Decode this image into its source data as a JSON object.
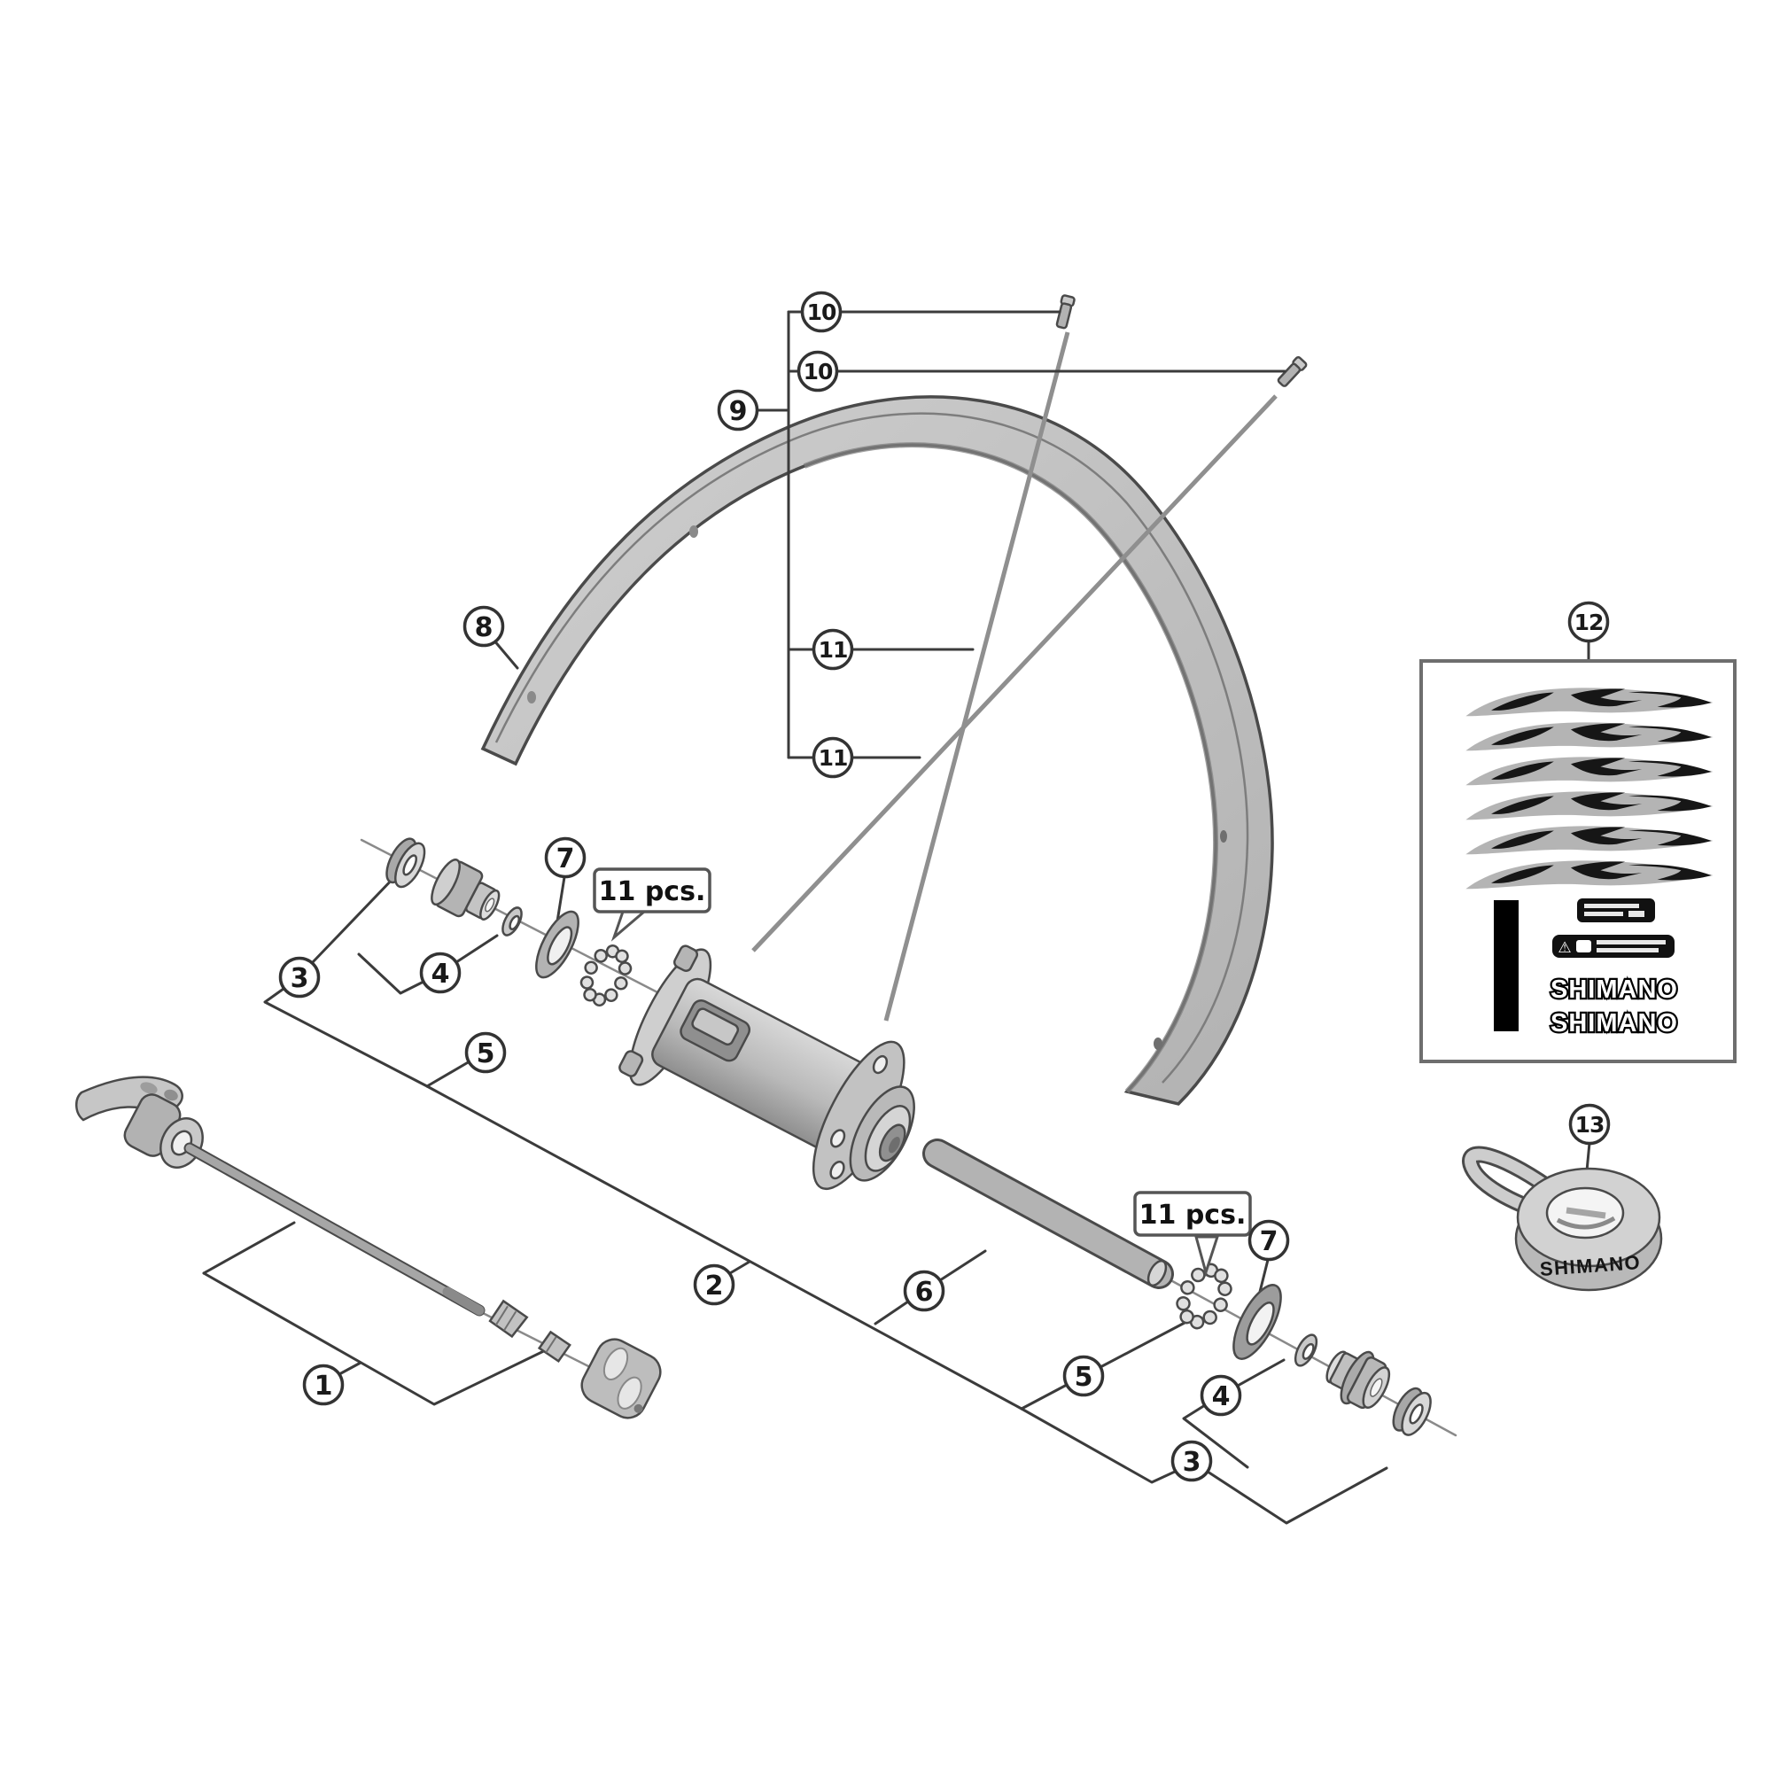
{
  "diagram": {
    "callouts": {
      "c1": "1",
      "c2": "2",
      "c3": "3",
      "c4": "4",
      "c5": "5",
      "c6": "6",
      "c7": "7",
      "c8": "8",
      "c9": "9",
      "c10": "10",
      "c11": "11",
      "c12": "12",
      "c13": "13"
    },
    "labels": {
      "pcs_left": "11 pcs.",
      "pcs_right": "11 pcs."
    },
    "sticker_sheet": {
      "brand_line1": "SHIMANO",
      "brand_line2": "SHIMANO"
    },
    "rim_tape": {
      "brand": "SHIMANO"
    },
    "icons": {
      "warning_icon": "⚠"
    },
    "colors": {
      "background": "#ffffff",
      "leader_line": "#3b3b3b",
      "part_fill": "#c4c4c4",
      "part_stroke": "#4a4a4a",
      "sticker_black": "#111111"
    }
  }
}
